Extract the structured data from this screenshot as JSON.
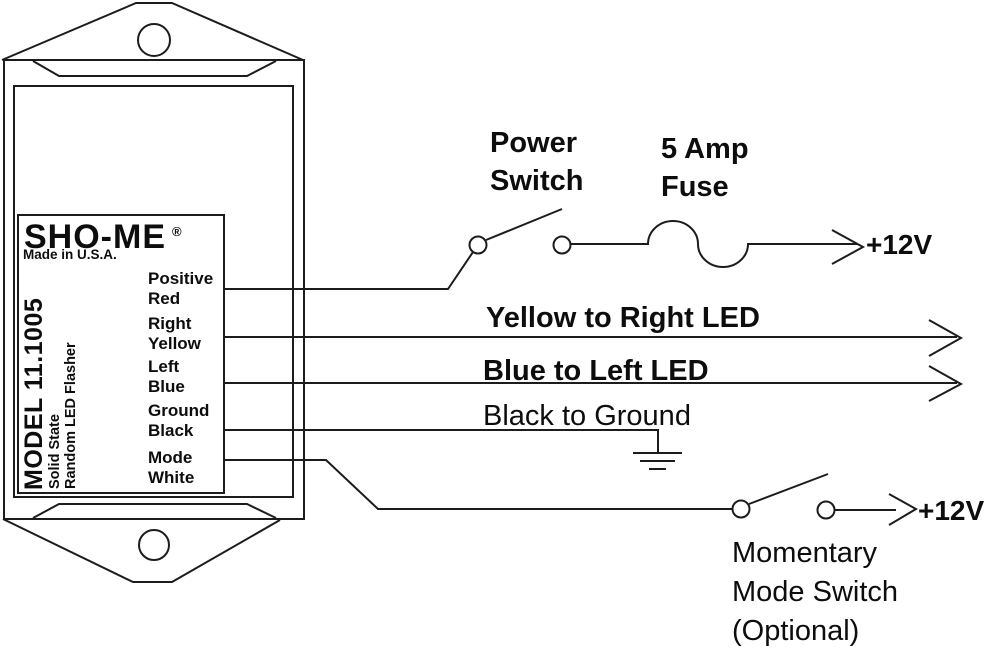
{
  "colors": {
    "ink": "#1c1c1c",
    "text": "#0d0d0d",
    "background": "#ffffff"
  },
  "device_label": {
    "brand": "SHO-ME",
    "trademark": "®",
    "origin": "Made in U.S.A.",
    "model": "MODEL 11.1005",
    "subtitle_line1": "Solid State",
    "subtitle_line2": "Random LED Flasher",
    "terminals": [
      {
        "function": "Positive",
        "wire_color": "Red"
      },
      {
        "function": "Right",
        "wire_color": "Yellow"
      },
      {
        "function": "Left",
        "wire_color": "Blue"
      },
      {
        "function": "Ground",
        "wire_color": "Black"
      },
      {
        "function": "Mode",
        "wire_color": "White"
      }
    ]
  },
  "callouts": {
    "power_switch_line1": "Power",
    "power_switch_line2": "Switch",
    "fuse_line1": "5 Amp",
    "fuse_line2": "Fuse",
    "power_rail": "+12V",
    "yellow_wire": "Yellow to Right LED",
    "blue_wire": "Blue to Left LED",
    "ground_wire": "Black to Ground",
    "momentary_line1": "Momentary",
    "momentary_line2": "Mode Switch",
    "momentary_line3": "(Optional)",
    "mode_rail": "+12V"
  }
}
